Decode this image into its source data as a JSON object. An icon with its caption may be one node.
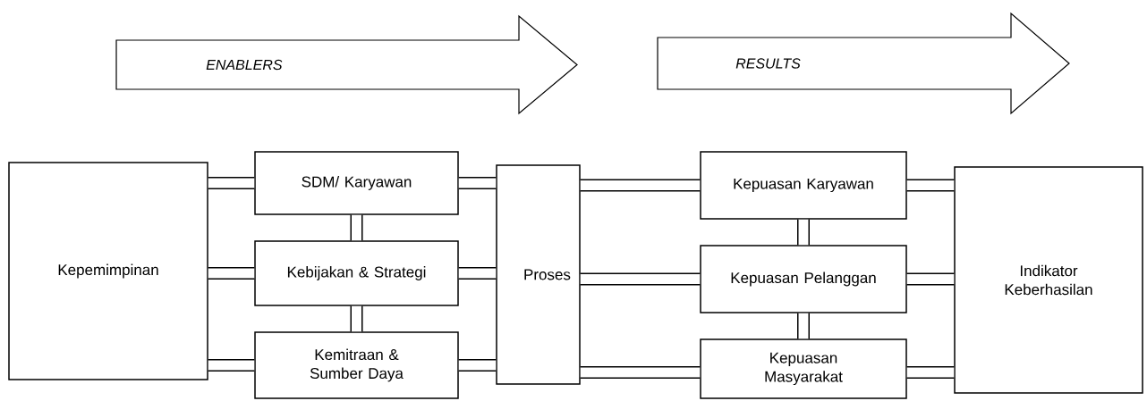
{
  "diagram": {
    "nodes": [
      {
        "text": [
          "*ENABLERS*"
        ]
      },
      {
        "text": [
          "*RESULTS*"
        ]
      },
      {
        "text": [
          "Kepemimpinan"
        ]
      },
      {
        "text": [
          "SDM/ Karyawan"
        ]
      },
      {
        "text": [
          "Kebijakan & Strategi"
        ]
      },
      {
        "text": [
          "Kemitraan & Sumber Daya"
        ]
      },
      {
        "text": [
          "Proses"
        ]
      },
      {
        "text": [
          "Kepuasan Karyawan"
        ]
      },
      {
        "text": [
          "Kepuasan Pelanggan"
        ]
      },
      {
        "text": [
          "Kepuasan Masyarakat"
        ]
      },
      {
        "text": [
          "Indikator Keberhasilan"
        ]
      }
    ],
    "edges": [
      {
        "from": 2,
        "to": 3,
        "arrow": "none"
      },
      {
        "from": 2,
        "to": 4,
        "arrow": "none"
      },
      {
        "from": 2,
        "to": 5,
        "arrow": "none"
      },
      {
        "from": 3,
        "to": 4,
        "arrow": "none"
      },
      {
        "from": 4,
        "to": 5,
        "arrow": "none"
      },
      {
        "from": 3,
        "to": 6,
        "arrow": "none"
      },
      {
        "from": 4,
        "to": 6,
        "arrow": "none"
      },
      {
        "from": 5,
        "to": 6,
        "arrow": "none"
      },
      {
        "from": 6,
        "to": 7,
        "arrow": "none"
      },
      {
        "from": 6,
        "to": 8,
        "arrow": "none"
      },
      {
        "from": 6,
        "to": 9,
        "arrow": "none"
      },
      {
        "from": 7,
        "to": 8,
        "arrow": "none"
      },
      {
        "from": 8,
        "to": 9,
        "arrow": "none"
      },
      {
        "from": 7,
        "to": 10,
        "arrow": "none"
      },
      {
        "from": 8,
        "to": 10,
        "arrow": "none"
      },
      {
        "from": 9,
        "to": 10,
        "arrow": "none"
      }
    ]
  }
}
